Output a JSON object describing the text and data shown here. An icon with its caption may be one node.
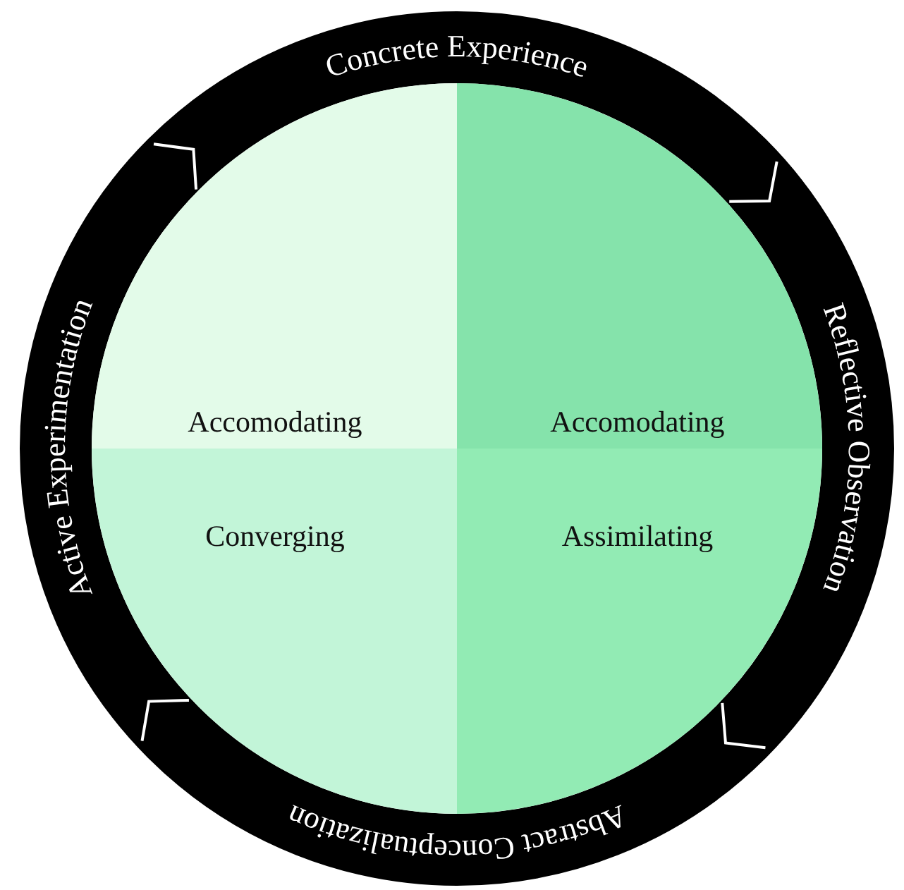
{
  "diagram": {
    "nodes": [
      {
        "text": [
          "Concrete Experience"
        ]
      },
      {
        "text": [
          "Reflective Observation"
        ]
      },
      {
        "text": [
          "Abstract Conceptualization"
        ]
      },
      {
        "text": [
          "Active Experimentation"
        ]
      },
      {
        "text": [
          "Accomodating"
        ]
      },
      {
        "text": [
          "Accomodating"
        ]
      },
      {
        "text": [
          "Converging"
        ]
      },
      {
        "text": [
          "Assimilating"
        ]
      }
    ]
  }
}
